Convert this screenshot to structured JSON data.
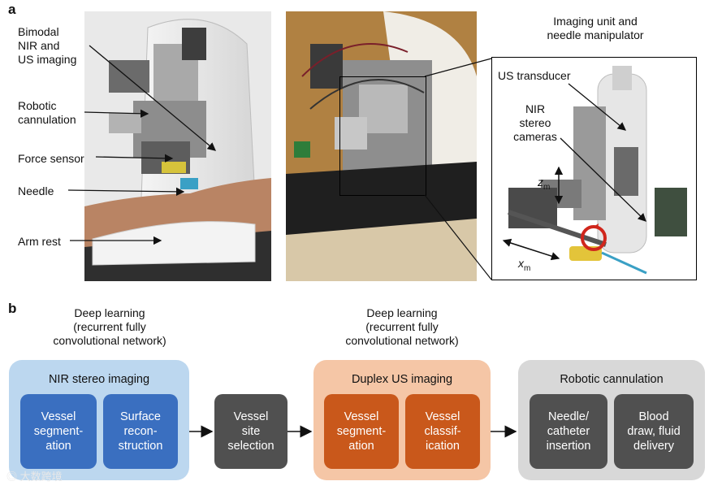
{
  "panel_a": {
    "letter": "a",
    "labels": {
      "bimodal": "Bimodal\nNIR and\nUS imaging",
      "robotic": "Robotic\ncannulation",
      "force": "Force sensor",
      "needle": "Needle",
      "armrest": "Arm rest"
    },
    "inset": {
      "title": "Imaging unit and\nneedle manipulator",
      "us_transducer": "US transducer",
      "nir_cameras": "NIR\nstereo\ncameras",
      "z_axis": "z",
      "z_sub": "m",
      "x_axis": "x",
      "x_sub": "m"
    }
  },
  "panel_b": {
    "letter": "b",
    "dl_left": "Deep learning\n(recurrent fully\nconvolutional network)",
    "dl_right": "Deep learning\n(recurrent fully\nconvolutional network)",
    "nir_group": {
      "title": "NIR stereo imaging",
      "box1": "Vessel\nsegment-\nation",
      "box2": "Surface\nrecon-\nstruction"
    },
    "site_box": "Vessel\nsite\nselection",
    "us_group": {
      "title": "Duplex US imaging",
      "box1": "Vessel\nsegment-\nation",
      "box2": "Vessel\nclassif-\nication"
    },
    "robot_group": {
      "title": "Robotic cannulation",
      "box1": "Needle/\ncatheter\ninsertion",
      "box2": "Blood\ndraw, fluid\ndelivery"
    }
  },
  "watermark": "大数跨境",
  "colors": {
    "blue_light": "#bcd7ef",
    "blue_dark": "#3a6fc0",
    "orange_light": "#f5c6a6",
    "orange_dark": "#c9581b",
    "gray_light": "#d8d8d8",
    "gray_dark": "#505050"
  }
}
